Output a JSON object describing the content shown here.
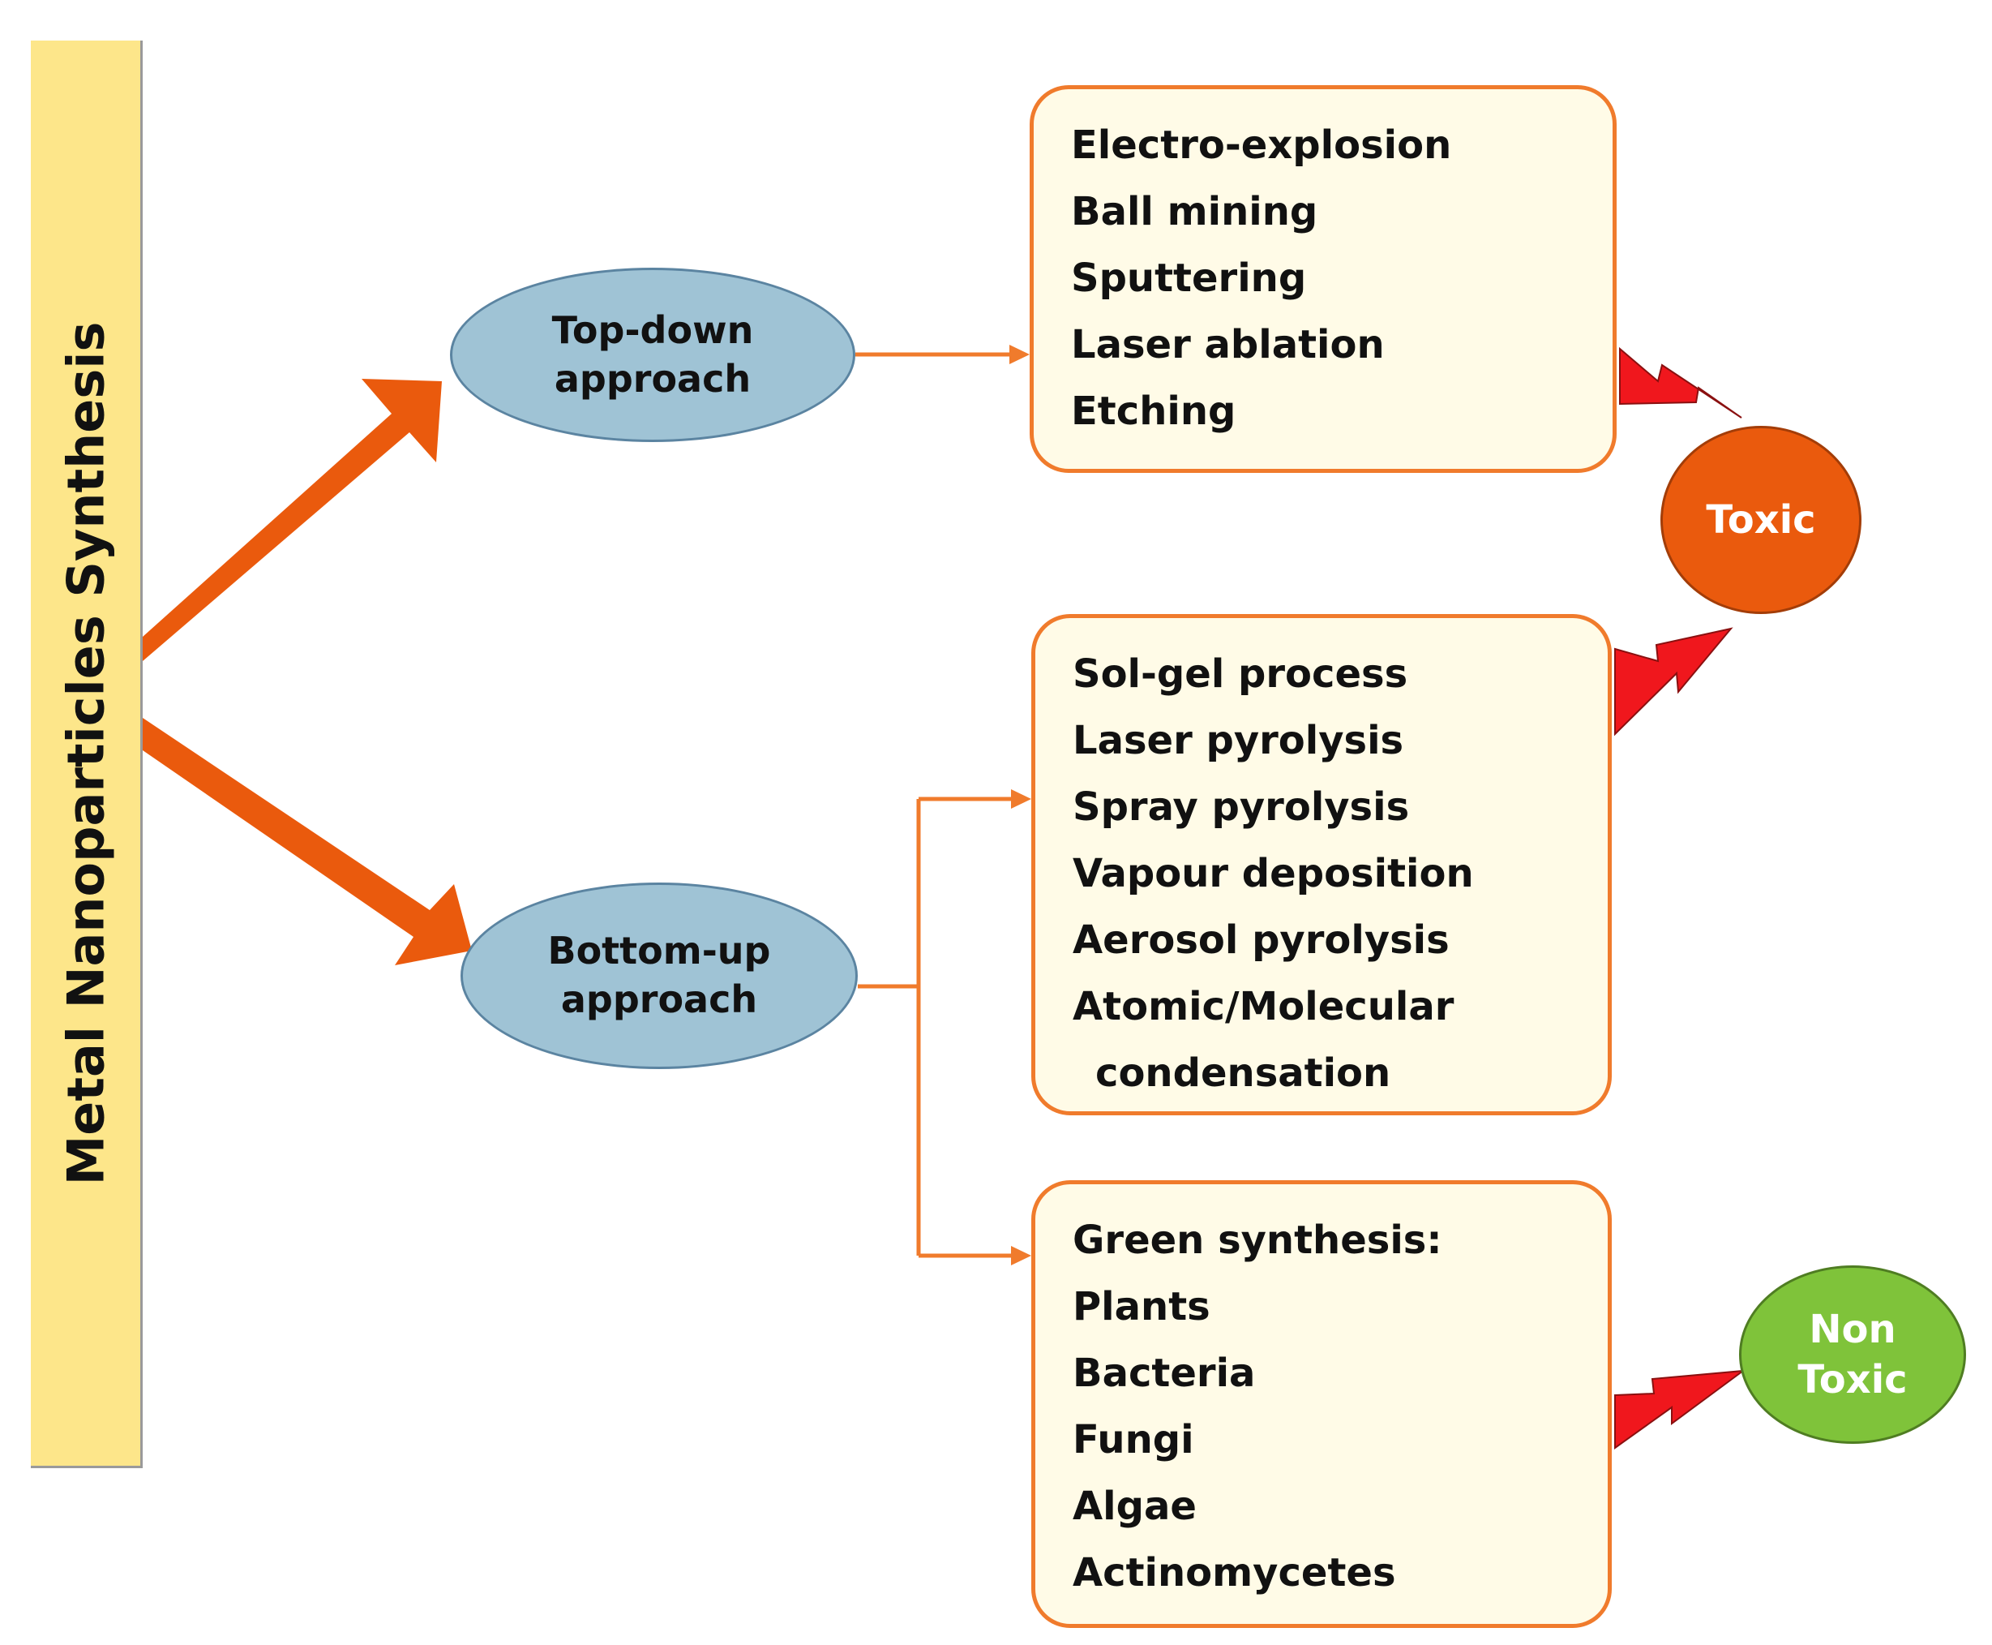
{
  "sidebar": {
    "title": "Metal Nanoparticles Synthesis"
  },
  "approaches": {
    "top_down": {
      "line1": "Top-down",
      "line2": "approach"
    },
    "bottom_up": {
      "line1": "Bottom-up",
      "line2": "approach"
    }
  },
  "methods": {
    "top_down": [
      "Electro-explosion",
      "Ball mining",
      "Sputtering",
      "Laser ablation",
      "Etching"
    ],
    "bottom_up_physical_chemical": [
      "Sol-gel process",
      "Laser pyrolysis",
      "Spray pyrolysis",
      "Vapour deposition",
      "Aerosol pyrolysis",
      "Atomic/Molecular",
      "condensation"
    ],
    "green": [
      "Green synthesis:",
      "Plants",
      "Bacteria",
      "Fungi",
      "Algae",
      "Actinomycetes"
    ]
  },
  "outcomes": {
    "toxic": {
      "label": "Toxic"
    },
    "non_toxic": {
      "line1": "Non",
      "line2": "Toxic"
    }
  },
  "colors": {
    "sidebar_fill": "#fde68a",
    "approach_fill": "#9fc3d5",
    "box_fill": "#fffbe7",
    "box_border": "#f07b2c",
    "arrow": "#ea5a0d",
    "toxic": "#ea5a0d",
    "non_toxic": "#7fc33a",
    "lightning": "#f0171d"
  }
}
